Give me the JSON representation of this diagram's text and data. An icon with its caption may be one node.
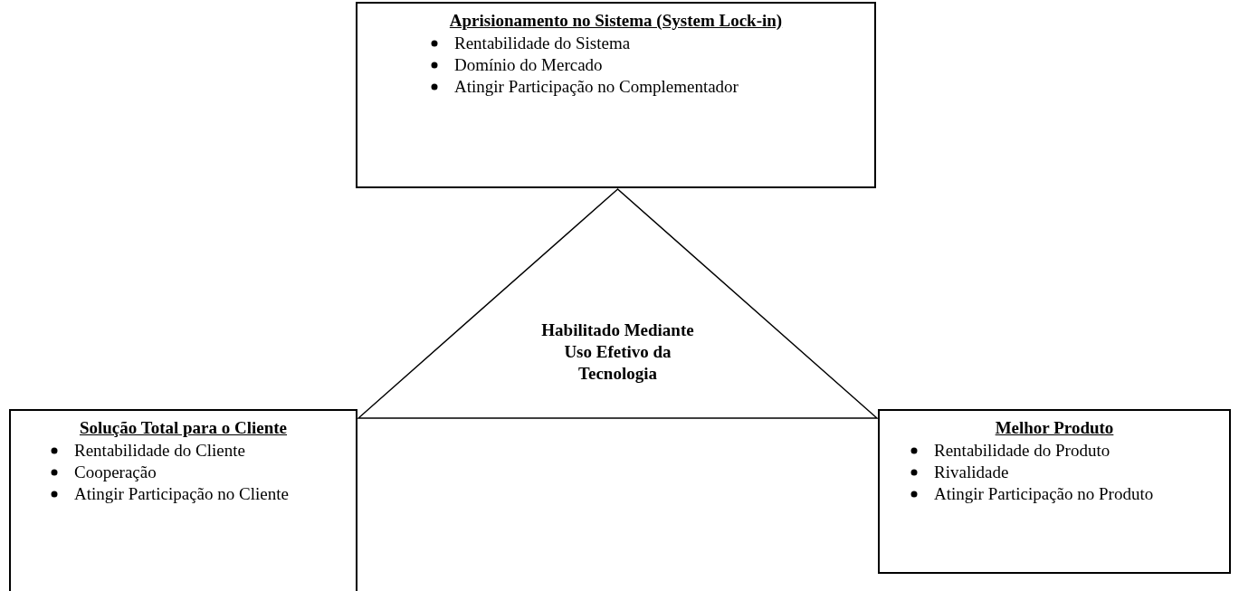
{
  "diagram": {
    "nodes": [
      {
        "text": [
          "Aprisionamento no Sistema (System Lock-in)",
          "Rentabilidade do Sistema",
          "Domínio do Mercado",
          "Atingir Participação no Complementador"
        ]
      },
      {
        "text": [
          "Habilitado Mediante Uso Efetivo da Tecnologia"
        ]
      },
      {
        "text": [
          "Solução Total para o Cliente",
          "Rentabilidade do Cliente",
          "Cooperação",
          "Atingir Participação no Cliente"
        ]
      },
      {
        "text": [
          "Melhor Produto",
          "Rentabilidade do Produto",
          "Rivalidade",
          "Atingir Participação no Produto"
        ]
      }
    ]
  }
}
